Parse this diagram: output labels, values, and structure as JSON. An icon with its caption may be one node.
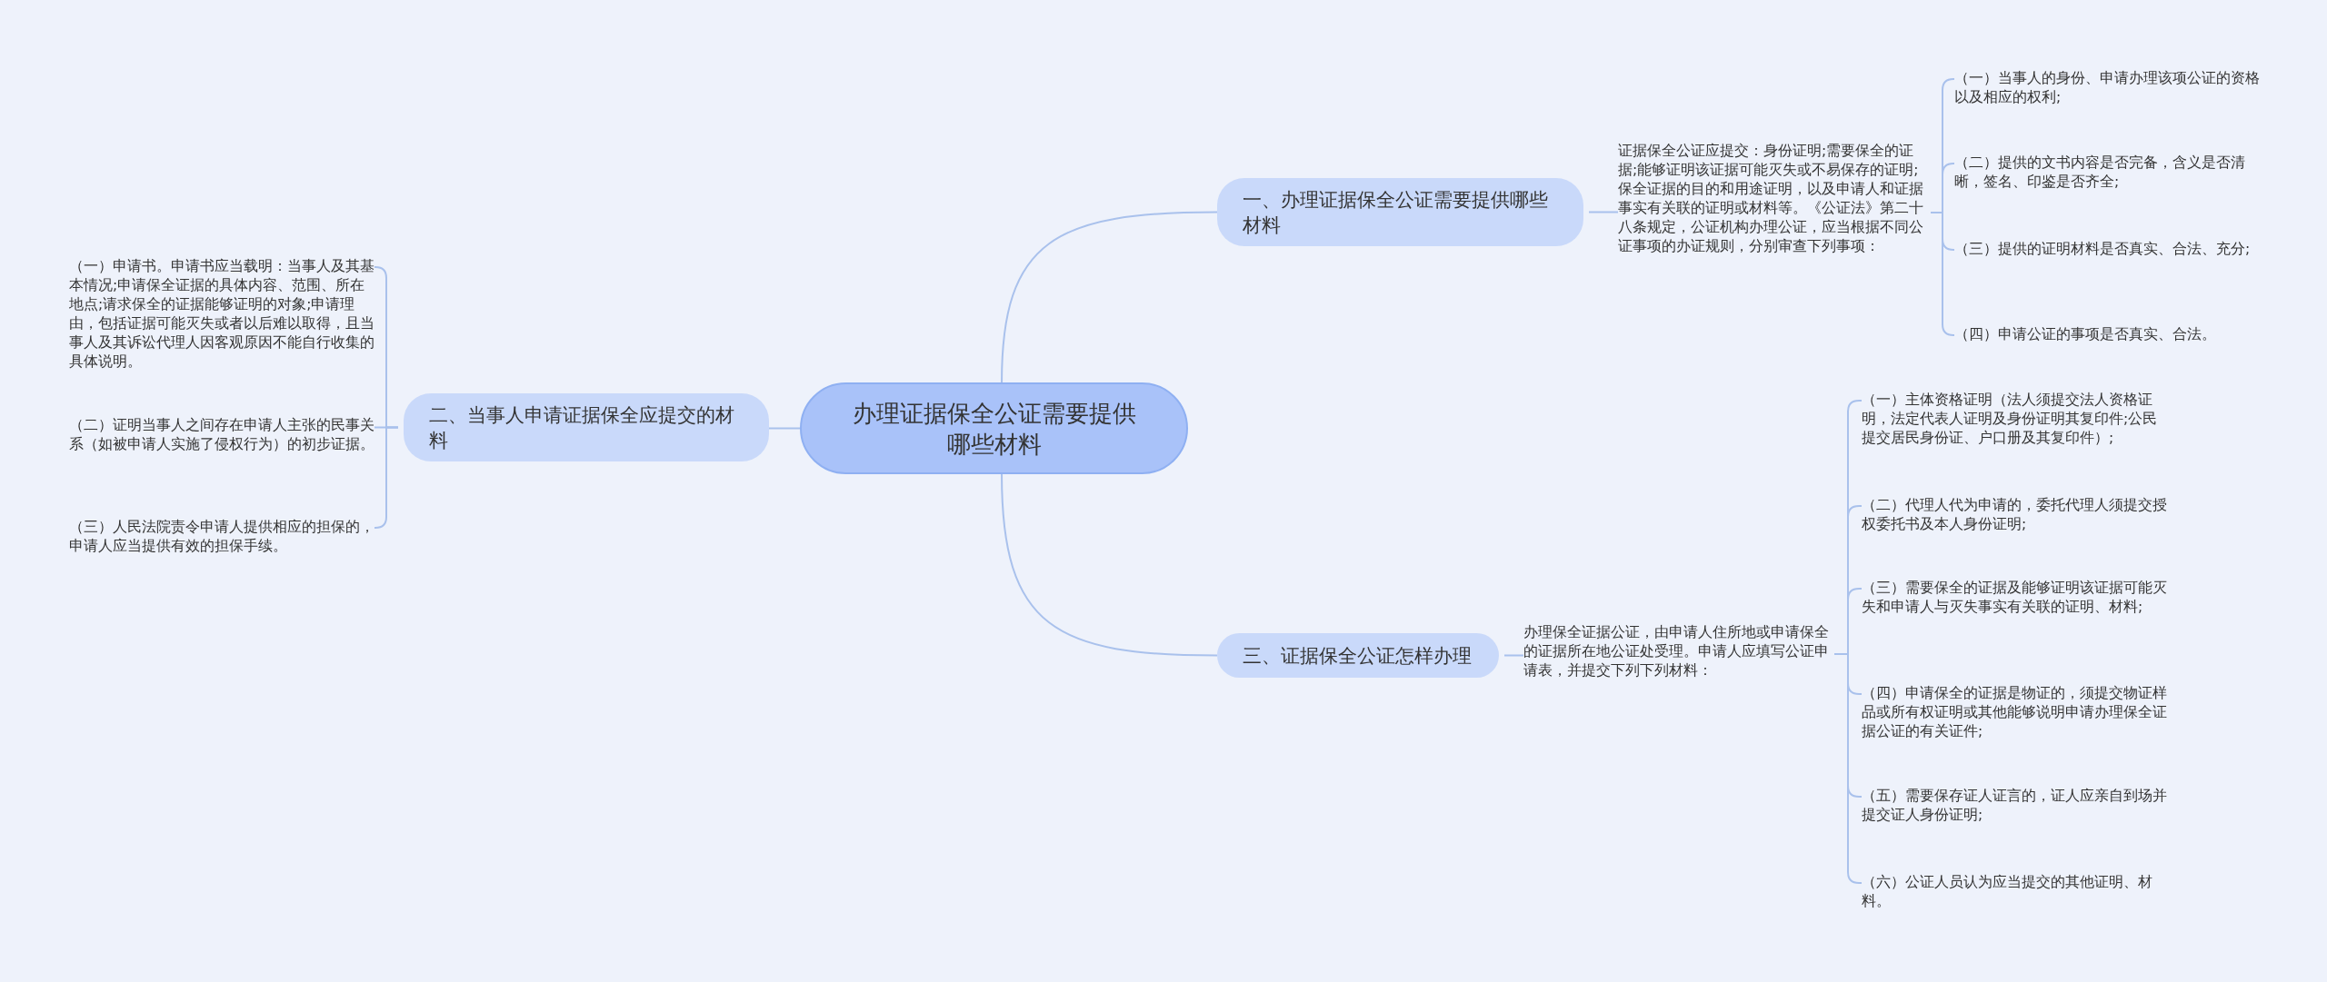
{
  "diagram": {
    "nodes": [
      {
        "text": [
          "办理证据保全公证需要提供哪些材料"
        ]
      },
      {
        "text": [
          "一、办理证据保全公证需要提供哪些材料"
        ]
      },
      {
        "text": [
          "证据保全公证应提交：身份证明;需要保全的证据;能够证明该证据可能灭失或不易保存的证明;保全证据的目的和用途证明，以及申请人和证据事实有关联的证明或材料等。《公证法》第二十八条规定，公证机构办理公证，应当根据不同公证事项的办证规则，分别审查下列事项："
        ]
      },
      {
        "text": [
          "（一）当事人的身份、申请办理该项公证的资格以及相应的权利;"
        ]
      },
      {
        "text": [
          "（二）提供的文书内容是否完备，含义是否清晰，签名、印鉴是否齐全;"
        ]
      },
      {
        "text": [
          "（三）提供的证明材料是否真实、合法、充分;"
        ]
      },
      {
        "text": [
          "（四）申请公证的事项是否真实、合法。"
        ]
      },
      {
        "text": [
          "二、当事人申请证据保全应提交的材料"
        ]
      },
      {
        "text": [
          "（一）申请书。申请书应当载明：当事人及其基本情况;申请保全证据的具体内容、范围、所在地点;请求保全的证据能够证明的对象;申请理由，包括证据可能灭失或者以后难以取得，且当事人及其诉讼代理人因客观原因不能自行收集的具体说明。"
        ]
      },
      {
        "text": [
          "（二）证明当事人之间存在申请人主张的民事关系（如被申请人实施了侵权行为）的初步证据。"
        ]
      },
      {
        "text": [
          "（三）人民法院责令申请人提供相应的担保的，申请人应当提供有效的担保手续。"
        ]
      },
      {
        "text": [
          "三、证据保全公证怎样办理"
        ]
      },
      {
        "text": [
          "办理保全证据公证，由申请人住所地或申请保全的证据所在地公证处受理。申请人应填写公证申请表，并提交下列下列材料："
        ]
      },
      {
        "text": [
          "（一）主体资格证明（法人须提交法人资格证明，法定代表人证明及身份证明其复印件;公民提交居民身份证、户口册及其复印件）;"
        ]
      },
      {
        "text": [
          "（二）代理人代为申请的，委托代理人须提交授权委托书及本人身份证明;"
        ]
      },
      {
        "text": [
          "（三）需要保全的证据及能够证明该证据可能灭失和申请人与灭失事实有关联的证明、材料;"
        ]
      },
      {
        "text": [
          "（四）申请保全的证据是物证的，须提交物证样品或所有权证明或其他能够说明申请办理保全证据公证的有关证件;"
        ]
      },
      {
        "text": [
          "（五）需要保存证人证言的，证人应亲自到场并提交证人身份证明;"
        ]
      },
      {
        "text": [
          "（六）公证人员认为应当提交的其他证明、材料。"
        ]
      }
    ],
    "edges": [
      {
        "from": 0,
        "to": 1,
        "arrow": "none"
      },
      {
        "from": 1,
        "to": 2,
        "arrow": "none"
      },
      {
        "from": 2,
        "to": 3,
        "arrow": "none"
      },
      {
        "from": 2,
        "to": 4,
        "arrow": "none"
      },
      {
        "from": 2,
        "to": 5,
        "arrow": "none"
      },
      {
        "from": 2,
        "to": 6,
        "arrow": "none"
      },
      {
        "from": 0,
        "to": 7,
        "arrow": "none"
      },
      {
        "from": 7,
        "to": 8,
        "arrow": "none"
      },
      {
        "from": 7,
        "to": 9,
        "arrow": "none"
      },
      {
        "from": 7,
        "to": 10,
        "arrow": "none"
      },
      {
        "from": 0,
        "to": 11,
        "arrow": "none"
      },
      {
        "from": 11,
        "to": 12,
        "arrow": "none"
      },
      {
        "from": 12,
        "to": 13,
        "arrow": "none"
      },
      {
        "from": 12,
        "to": 14,
        "arrow": "none"
      },
      {
        "from": 12,
        "to": 15,
        "arrow": "none"
      },
      {
        "from": 12,
        "to": 16,
        "arrow": "none"
      },
      {
        "from": 12,
        "to": 17,
        "arrow": "none"
      },
      {
        "from": 12,
        "to": 18,
        "arrow": "none"
      }
    ]
  }
}
